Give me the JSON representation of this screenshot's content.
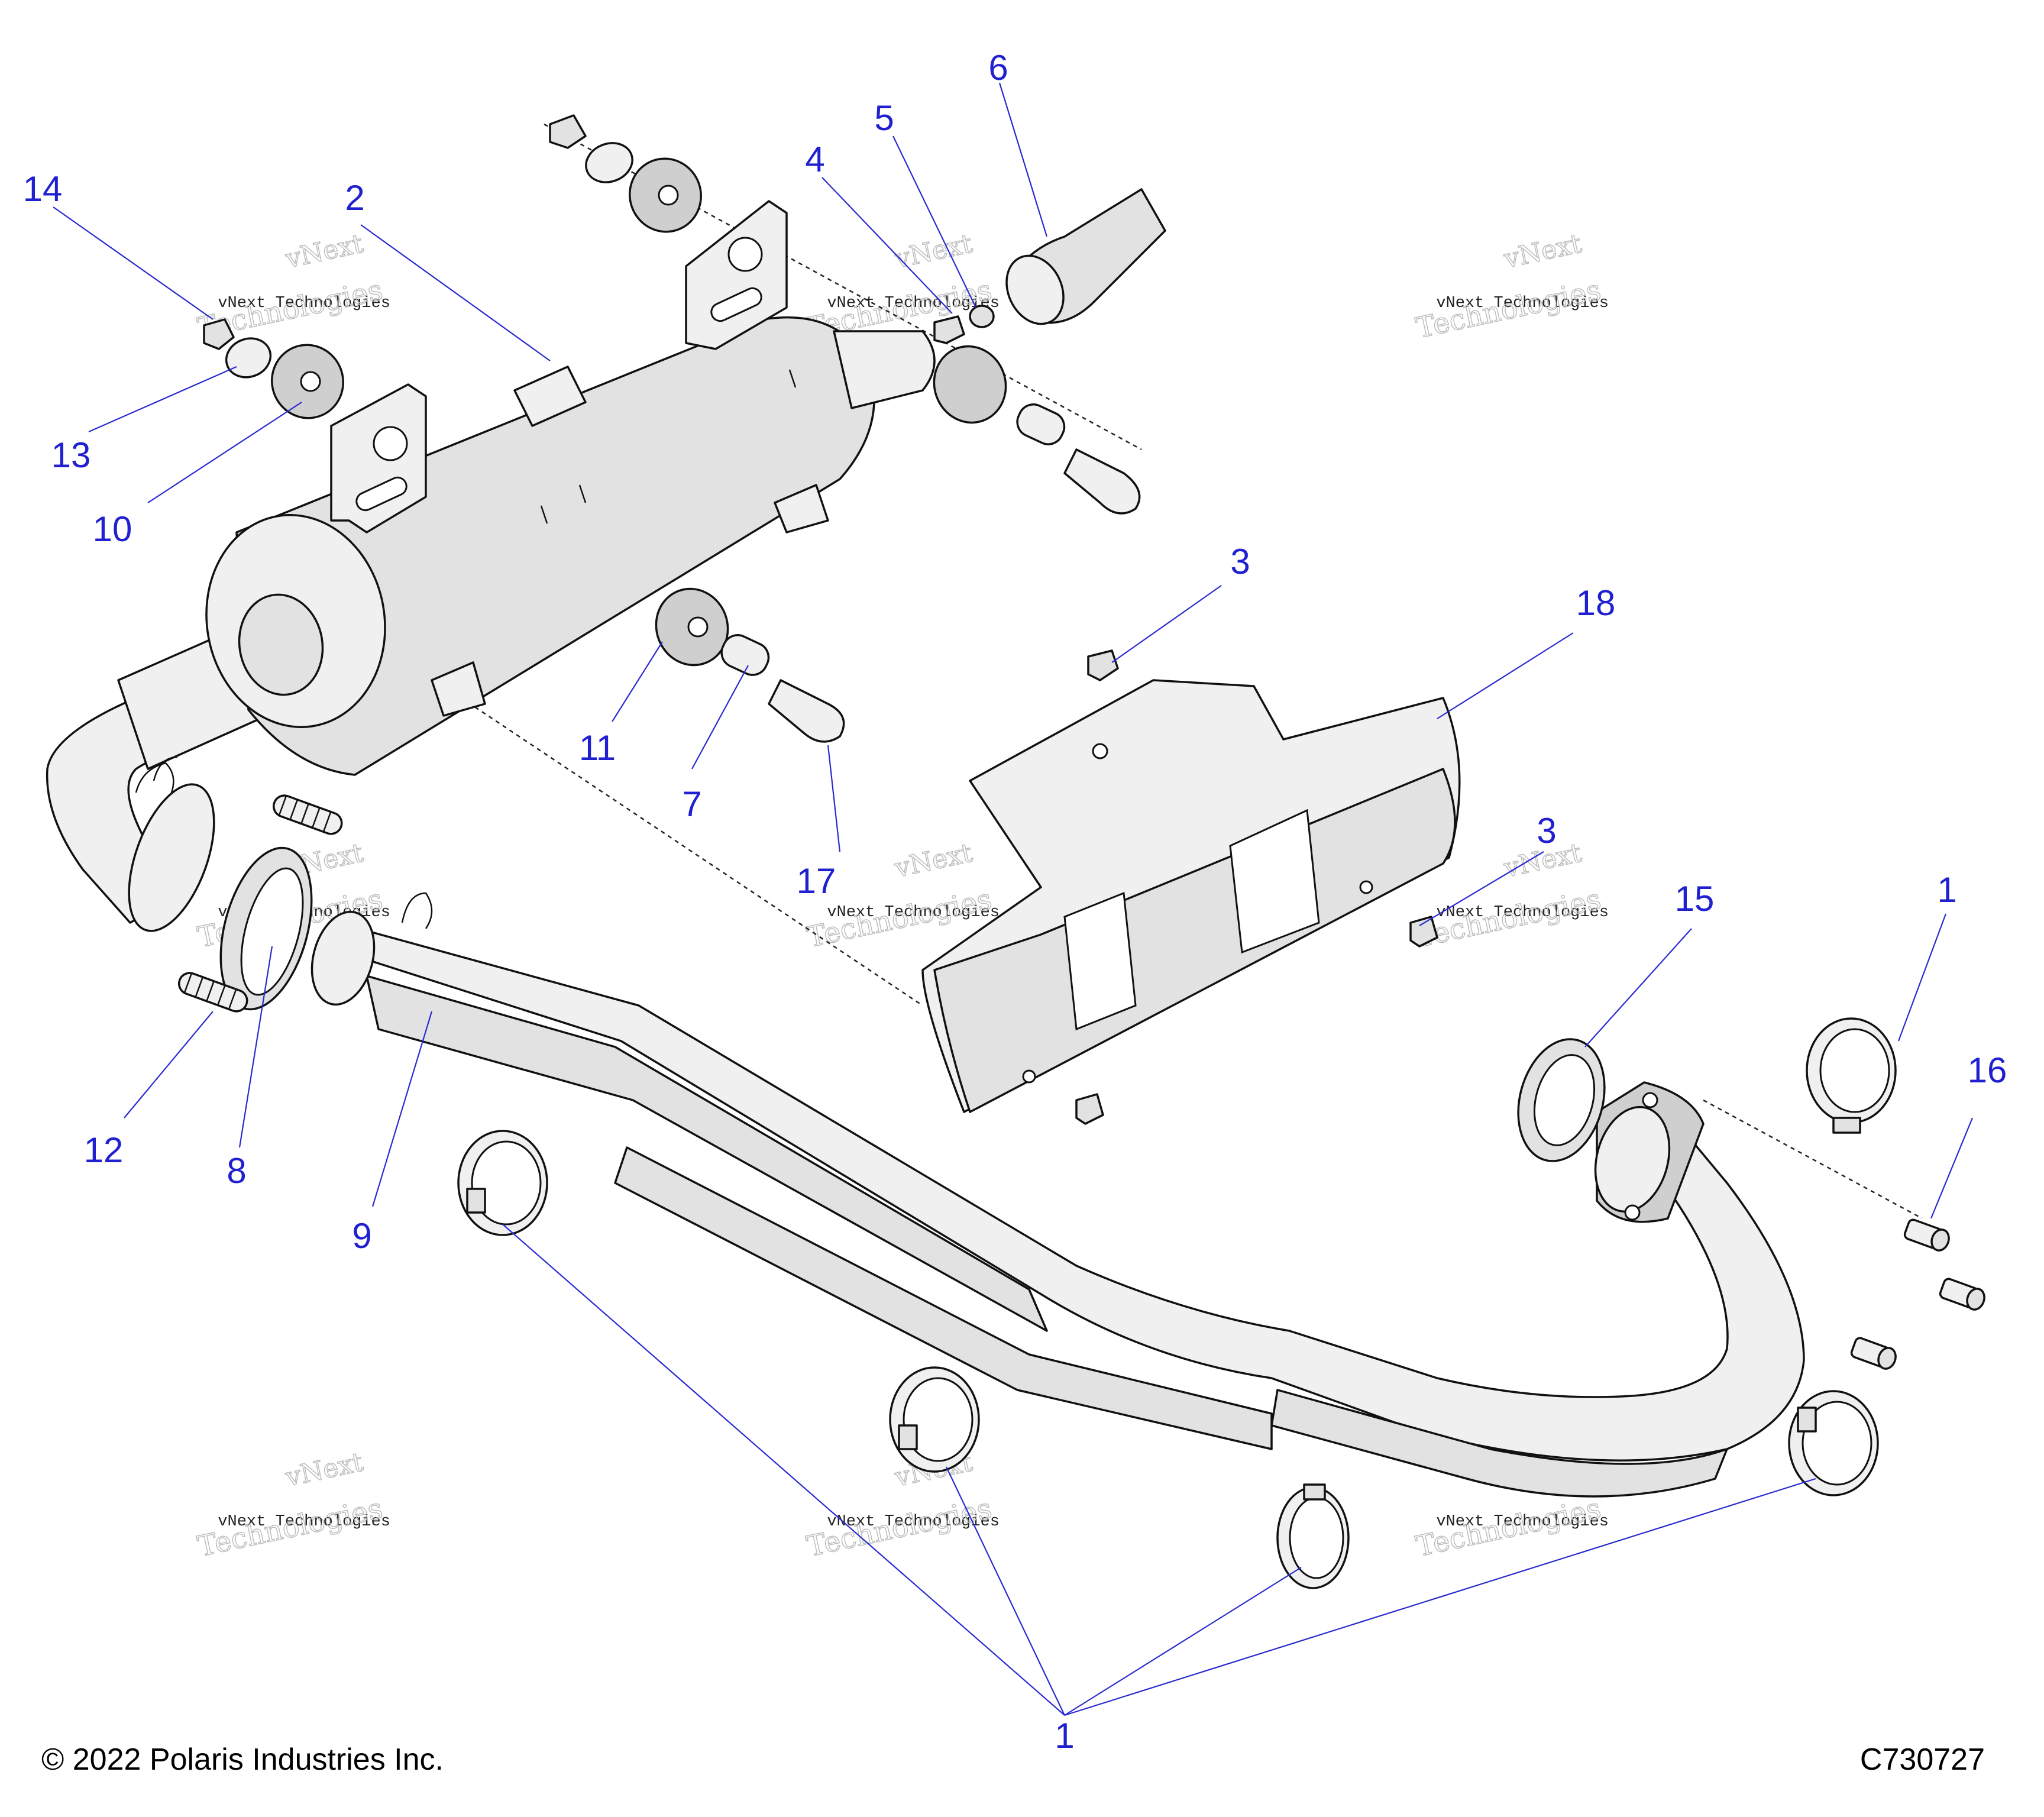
{
  "callouts": [
    {
      "id": "c1",
      "label": "1"
    },
    {
      "id": "c2",
      "label": "2"
    },
    {
      "id": "c3a",
      "label": "3"
    },
    {
      "id": "c3b",
      "label": "3"
    },
    {
      "id": "c4",
      "label": "4"
    },
    {
      "id": "c5",
      "label": "5"
    },
    {
      "id": "c6",
      "label": "6"
    },
    {
      "id": "c7",
      "label": "7"
    },
    {
      "id": "c8",
      "label": "8"
    },
    {
      "id": "c9",
      "label": "9"
    },
    {
      "id": "c10",
      "label": "10"
    },
    {
      "id": "c11",
      "label": "11"
    },
    {
      "id": "c12",
      "label": "12"
    },
    {
      "id": "c13",
      "label": "13"
    },
    {
      "id": "c14",
      "label": "14"
    },
    {
      "id": "c15",
      "label": "15"
    },
    {
      "id": "c16",
      "label": "16"
    },
    {
      "id": "c17",
      "label": "17"
    },
    {
      "id": "c18",
      "label": "18"
    },
    {
      "id": "c1b",
      "label": "1"
    }
  ],
  "watermark": {
    "line_top": "vNext",
    "line_mid": "vNext Technologies",
    "line_bottom": "Technologies"
  },
  "footer": {
    "copyright": "© 2022 Polaris Industries Inc.",
    "figure_code": "C730727"
  },
  "colors": {
    "callout_text": "#2020d0",
    "leader_line": "#2a2ad0",
    "part_fill": "#e2e2e2",
    "outline": "#111111"
  }
}
